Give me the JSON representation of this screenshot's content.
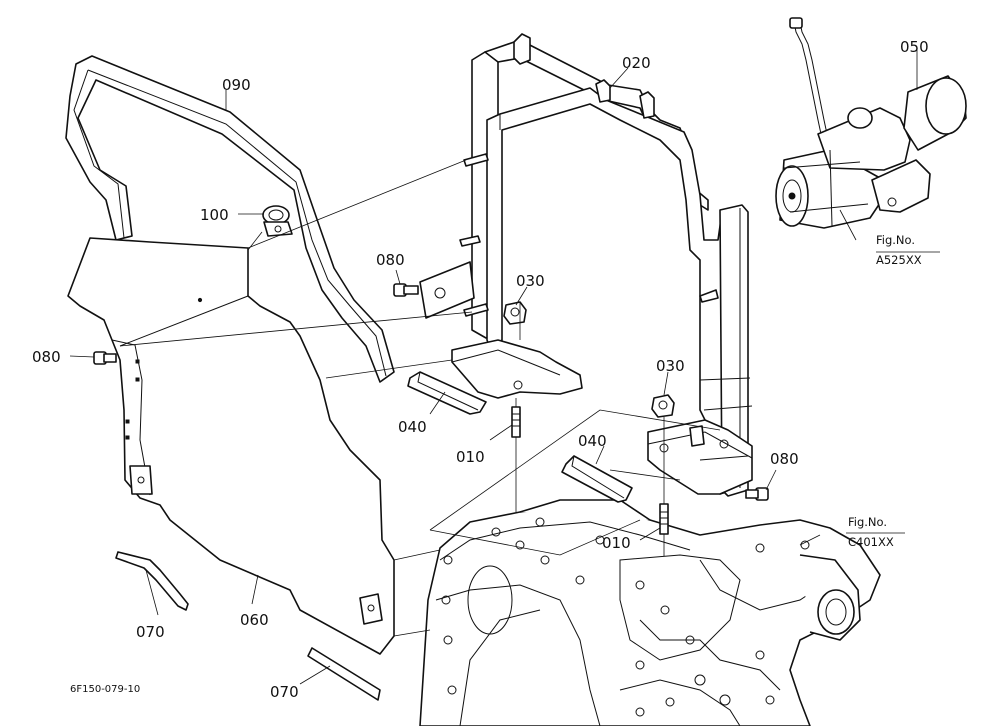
{
  "labels": {
    "p010a": "010",
    "p010b": "010",
    "p020": "020",
    "p030a": "030",
    "p030b": "030",
    "p040a": "040",
    "p040b": "040",
    "p050": "050",
    "p060": "060",
    "p070a": "070",
    "p070b": "070",
    "p080a": "080",
    "p080b": "080",
    "p080c": "080",
    "p090": "090",
    "p100": "100"
  },
  "refs": {
    "a_title": "Fig.No.",
    "a_code": "A525XX",
    "c_title": "Fig.No.",
    "c_code": "C401XX"
  },
  "drawing_code": "6F150-079-10"
}
